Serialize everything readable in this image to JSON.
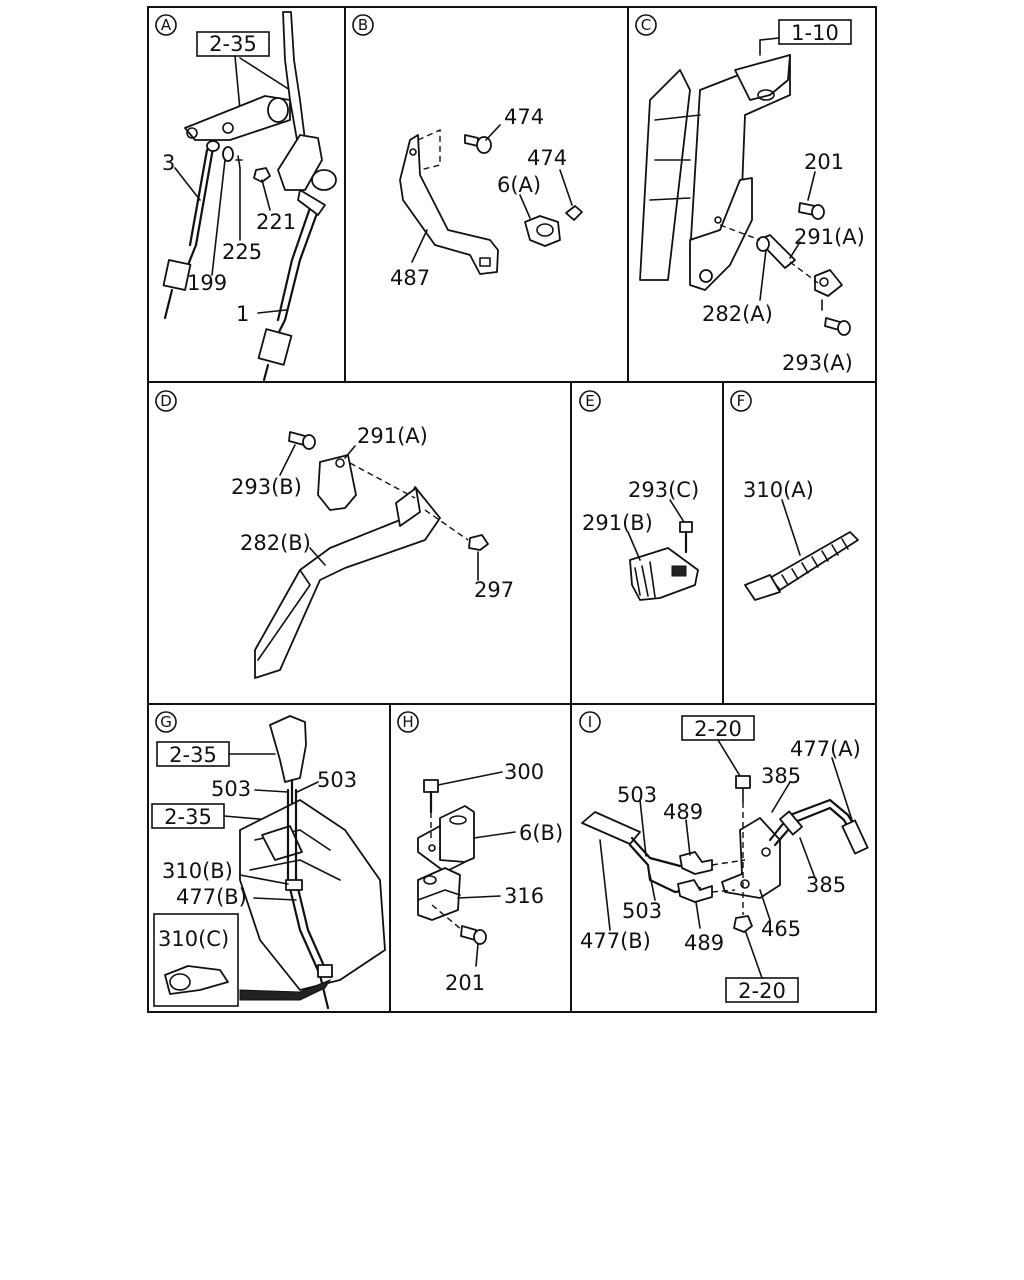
{
  "panels": {
    "A": {
      "letter": "A",
      "refs": [
        "2-35"
      ],
      "labels": [
        "3",
        "199",
        "225",
        "221",
        "1"
      ]
    },
    "B": {
      "letter": "B",
      "labels": [
        "474",
        "474",
        "6(A)",
        "487"
      ]
    },
    "C": {
      "letter": "C",
      "refs": [
        "1-10"
      ],
      "labels": [
        "201",
        "291(A)",
        "282(A)",
        "293(A)"
      ]
    },
    "D": {
      "letter": "D",
      "labels": [
        "291(A)",
        "293(B)",
        "282(B)",
        "297"
      ]
    },
    "E": {
      "letter": "E",
      "labels": [
        "293(C)",
        "291(B)"
      ]
    },
    "F": {
      "letter": "F",
      "labels": [
        "310(A)"
      ]
    },
    "G": {
      "letter": "G",
      "refs": [
        "2-35",
        "2-35"
      ],
      "labels": [
        "503",
        "503",
        "310(B)",
        "477(B)"
      ],
      "inset_label": "310(C)"
    },
    "H": {
      "letter": "H",
      "labels": [
        "300",
        "6(B)",
        "316",
        "201"
      ]
    },
    "I": {
      "letter": "I",
      "refs": [
        "2-20",
        "2-20"
      ],
      "labels": [
        "477(A)",
        "385",
        "503",
        "489",
        "503",
        "477(B)",
        "489",
        "465",
        "385"
      ]
    }
  }
}
